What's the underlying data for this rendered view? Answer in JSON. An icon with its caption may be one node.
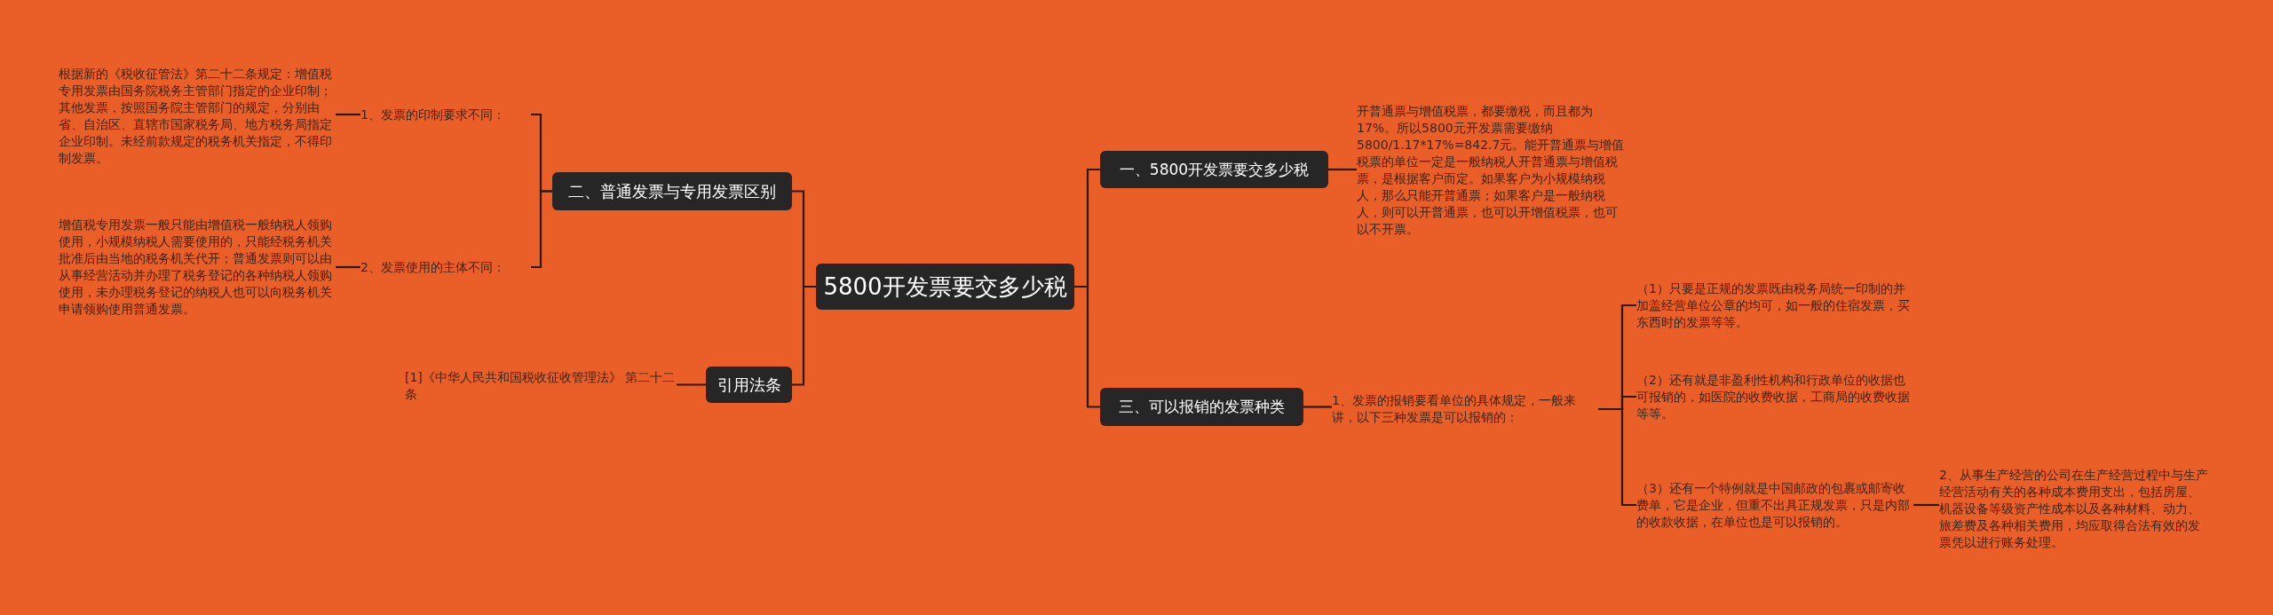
{
  "diagram": {
    "nodes": [
      {
        "text": [
          "5800开发票要交多少税"
        ]
      },
      {
        "text": [
          "二、普通发票与专用发票区别"
        ]
      },
      {
        "text": [
          "1、发票的印制要求不同："
        ]
      },
      {
        "text": [
          "根据新的《税收征管法》第二十二条规定：增值税专用发票由国务院税务主管部门指定的企业印制；其他发票，按照国务院主管部门的规定，分别由省、自治区、直辖市国家税务局、地方税务局指定企业印制。未经前款规定的税务机关指定，不得印制发票。"
        ]
      },
      {
        "text": [
          "2、发票使用的主体不同："
        ]
      },
      {
        "text": [
          "增值税专用发票一般只能由增值税一般纳税人领购使用，小规模纳税人需要使用的，只能经税务机关批准后由当地的税务机关代开；普通发票则可以由从事经营活动并办理了税务登记的各种纳税人领购使用，未办理税务登记的纳税人也可以向税务机关申请领购使用普通发票。"
        ]
      },
      {
        "text": [
          "引用法条"
        ]
      },
      {
        "text": [
          "[1]《中华人民共和国税收征收管理法》 第二十二条"
        ]
      },
      {
        "text": [
          "一、5800开发票要交多少税"
        ]
      },
      {
        "text": [
          "开普通票与增值税票，都要缴税，而且都为17%。所以5800元开发票需要缴纳5800/1.17*17%=842.7元。能开普通票与增值税票的单位一定是一般纳税人开普通票与增值税票，是根据客户而定。如果客户为小规模纳税人，那么只能开普通票；如果客户是一般纳税人，则可以开普通票，也可以开增值税票，也可以不开票。"
        ]
      },
      {
        "text": [
          "三、可以报销的发票种类"
        ]
      },
      {
        "text": [
          "1、发票的报销要看单位的具体规定，一般来讲，以下三种发票是可以报销的："
        ]
      },
      {
        "text": [
          "（1）只要是正规的发票既由税务局统一印制的并加盖经营单位公章的均可，如一般的住宿发票，买东西时的发票等等。"
        ]
      },
      {
        "text": [
          "（2）还有就是非盈利性机构和行政单位的收据也可报销的，如医院的收费收据，工商局的收费收据等等。"
        ]
      },
      {
        "text": [
          "（3）还有一个特例就是中国邮政的包裹或邮寄收费单，它是企业，但重不出具正规发票，只是内部的收款收据，在单位也是可以报销的。"
        ]
      },
      {
        "text": [
          "2、从事生产经营的公司在生产经营过程中与生产经营活动有关的各种成本费用支出，包括房屋、机器设备等级资产性成本以及各种材料、动力、旅差费及各种相关费用，均应取得合法有效的发票凭以进行账务处理。"
        ]
      }
    ],
    "edges": [
      {
        "from": 0,
        "to": 1,
        "arrow": "none"
      },
      {
        "from": 1,
        "to": 2,
        "arrow": "none"
      },
      {
        "from": 2,
        "to": 3,
        "arrow": "none"
      },
      {
        "from": 1,
        "to": 4,
        "arrow": "none"
      },
      {
        "from": 4,
        "to": 5,
        "arrow": "none"
      },
      {
        "from": 0,
        "to": 6,
        "arrow": "none"
      },
      {
        "from": 6,
        "to": 7,
        "arrow": "none"
      },
      {
        "from": 0,
        "to": 8,
        "arrow": "none"
      },
      {
        "from": 8,
        "to": 9,
        "arrow": "none"
      },
      {
        "from": 0,
        "to": 10,
        "arrow": "none"
      },
      {
        "from": 10,
        "to": 11,
        "arrow": "none"
      },
      {
        "from": 11,
        "to": 12,
        "arrow": "none"
      },
      {
        "from": 11,
        "to": 13,
        "arrow": "none"
      },
      {
        "from": 11,
        "to": 14,
        "arrow": "none"
      },
      {
        "from": 14,
        "to": 15,
        "arrow": "none"
      }
    ]
  }
}
